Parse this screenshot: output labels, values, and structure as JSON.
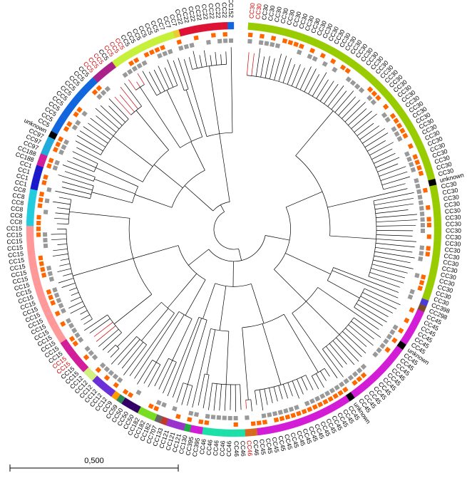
{
  "figure": {
    "type": "circular-phylogenetic-tree",
    "colors": {
      "ring_orange": "#ff6600",
      "ring_grey": "#999999",
      "branch": "#000000",
      "highlight_branch": "#d40000",
      "label_normal": "#000000",
      "label_highlight": "#d40000"
    },
    "scale_bar": {
      "label": "0,500",
      "value": 0.5
    }
  },
  "clonal_complexes": [
    {
      "name": "CC30",
      "count": 42,
      "color": "#99cc00",
      "highlights": [
        0,
        1
      ]
    },
    {
      "name": "unknown",
      "count": 1,
      "color": "#000000"
    },
    {
      "name": "CC30",
      "count": 19,
      "color": "#99cc00"
    },
    {
      "name": "CC398",
      "count": 1,
      "color": "#4b3bd6"
    },
    {
      "name": "CC298",
      "count": 1,
      "color": "#7a4a2a"
    },
    {
      "name": "CC45",
      "count": 6,
      "color": "#d21cd6"
    },
    {
      "name": "unknown",
      "count": 1,
      "color": "#000000"
    },
    {
      "name": "CC45",
      "count": 11,
      "color": "#d21cd6"
    },
    {
      "name": "unknown",
      "count": 1,
      "color": "#000000"
    },
    {
      "name": "CC45",
      "count": 4,
      "color": "#d21cd6"
    },
    {
      "name": "CC45",
      "count": 12,
      "color": "#d21cd6"
    },
    {
      "name": "CC46",
      "count": 2,
      "color": "#d86a20",
      "highlights": [
        1
      ]
    },
    {
      "name": "CC46",
      "count": 7,
      "color": "#1de0a8"
    },
    {
      "name": "CC395",
      "count": 2,
      "color": "#d21cd6"
    },
    {
      "name": "CC130",
      "count": 1,
      "color": "#22aa44"
    },
    {
      "name": "CC121",
      "count": 3,
      "color": "#9933cc"
    },
    {
      "name": "CC133",
      "count": 1,
      "color": "#c0392b"
    },
    {
      "name": "CC707",
      "count": 1,
      "color": "#666666"
    },
    {
      "name": "CC182",
      "count": 3,
      "color": "#77dd22"
    },
    {
      "name": "CC50",
      "count": 3,
      "color": "#330066"
    },
    {
      "name": "CC59",
      "count": 1,
      "color": "#2e8b57"
    },
    {
      "name": "CC9",
      "count": 1,
      "color": "#ff9900"
    },
    {
      "name": "CC12",
      "count": 4,
      "color": "#6a2fd6"
    },
    {
      "name": "CC12",
      "count": 2,
      "color": "#d0f080"
    },
    {
      "name": "CC15",
      "count": 6,
      "color": "#d21c99",
      "highlights": [
        2,
        3
      ]
    },
    {
      "name": "CC15",
      "count": 20,
      "color": "#ff9999"
    },
    {
      "name": "CC8",
      "count": 6,
      "color": "#22ccdd"
    },
    {
      "name": "CC1",
      "count": 4,
      "color": "#1a1acc"
    },
    {
      "name": "CC188",
      "count": 2,
      "color": "#d21c99"
    },
    {
      "name": "CC97",
      "count": 3,
      "color": "#22aadd"
    },
    {
      "name": "unknown",
      "count": 1,
      "color": "#000000"
    },
    {
      "name": "CC5",
      "count": 11,
      "color": "#1166dd"
    },
    {
      "name": "CC5",
      "count": 4,
      "color": "#aa2288",
      "highlights": [
        0,
        1,
        2
      ]
    },
    {
      "name": "CC5",
      "count": 3,
      "color": "#c6f03a",
      "highlights": [
        0,
        1,
        2
      ]
    },
    {
      "name": "CC5",
      "count": 6,
      "color": "#c6f03a"
    },
    {
      "name": "CC7",
      "count": 2,
      "color": "#c6f03a"
    },
    {
      "name": "CC7",
      "count": 1,
      "color": "#eacc30"
    },
    {
      "name": "CC22",
      "count": 8,
      "color": "#dd1133"
    },
    {
      "name": "CC152",
      "count": 1,
      "color": "#1166dd"
    }
  ]
}
